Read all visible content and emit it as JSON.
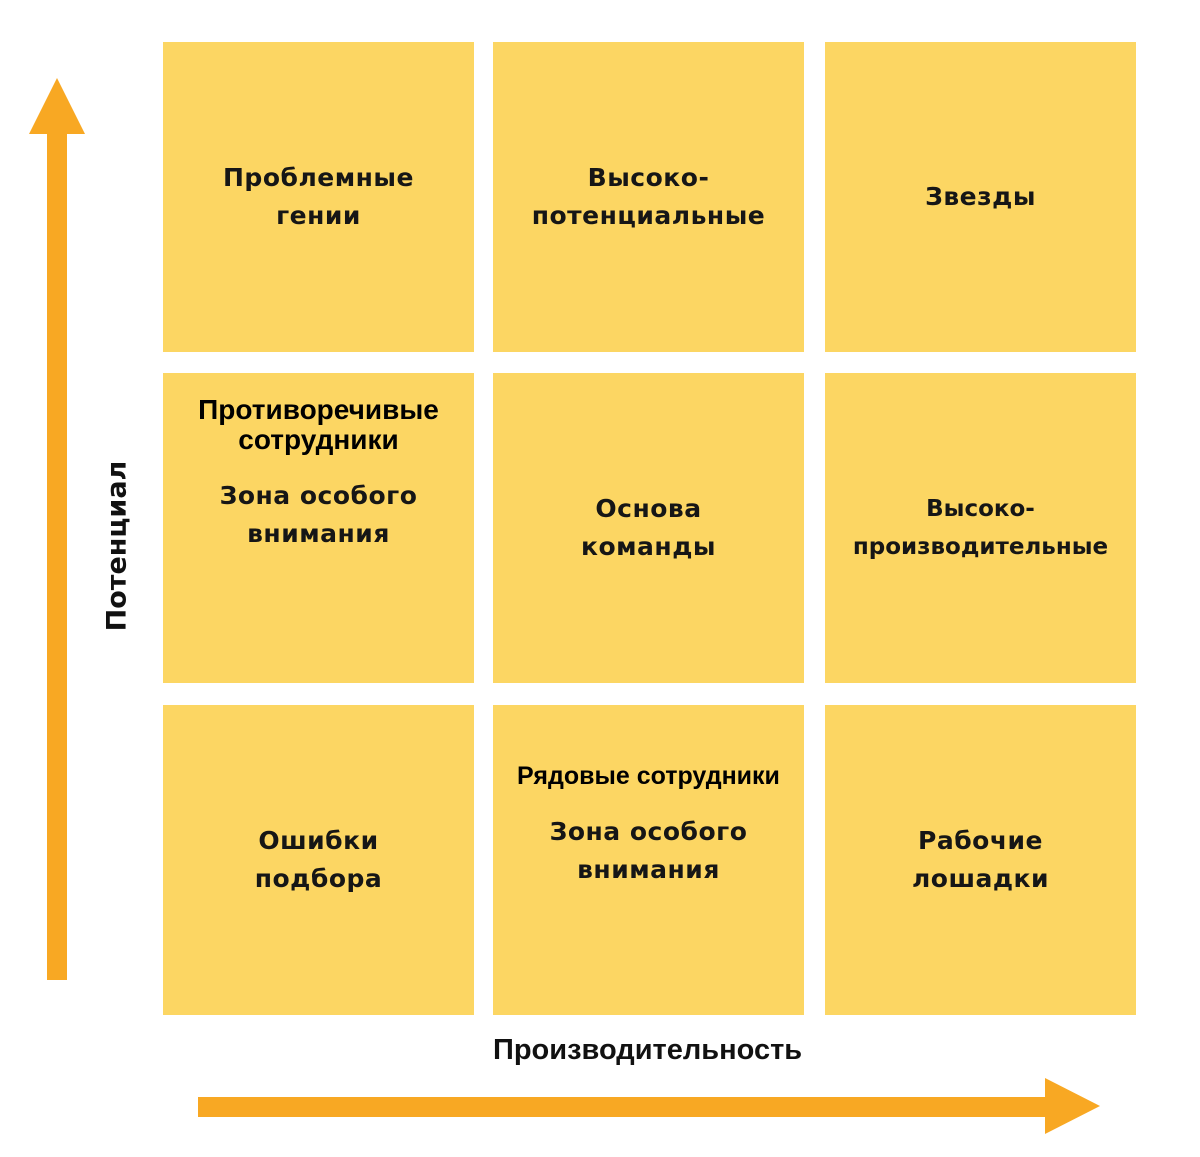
{
  "diagram": {
    "type": "9-box talent matrix",
    "colors": {
      "cell_fill": "#fcd663",
      "arrow": "#f8a823",
      "text": "#161616"
    },
    "axes": {
      "y_label": "Потенциал",
      "x_label": "Производительность"
    },
    "cells": {
      "top_left": {
        "title": "Проблемные\nгении"
      },
      "top_center": {
        "title": "Высоко-\nпотенциальные"
      },
      "top_right": {
        "title": "Звезды"
      },
      "middle_left": {
        "heading": "Противоречивые\nсотрудники",
        "title": "Зона особого\nвнимания"
      },
      "middle_center": {
        "title": "Основа\nкоманды"
      },
      "middle_right": {
        "title": "Высоко-\nпроизводительные"
      },
      "bottom_left": {
        "title": "Ошибки\nподбора"
      },
      "bottom_center": {
        "heading": "Рядовые сотрудники",
        "title": "Зона особого\nвнимания"
      },
      "bottom_right": {
        "title": "Рабочие\nлошадки"
      }
    }
  }
}
